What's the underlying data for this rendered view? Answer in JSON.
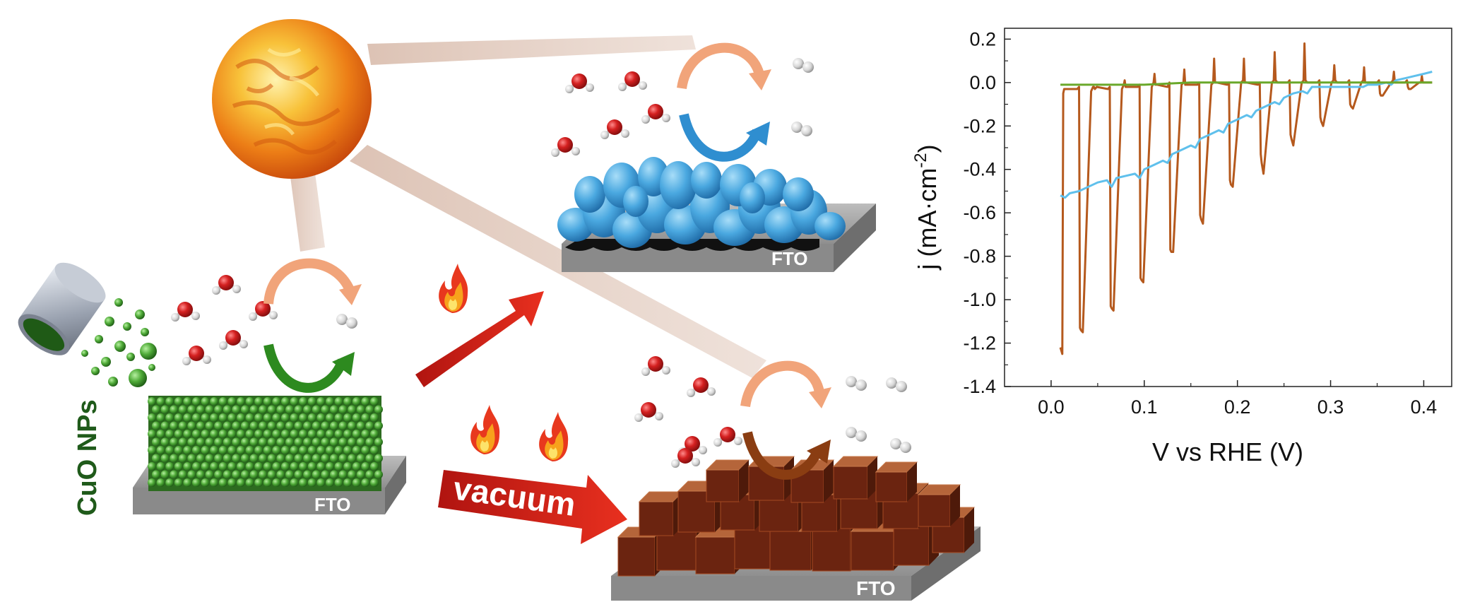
{
  "labels": {
    "cuo_nps": "CuO NPs",
    "fto_1": "FTO",
    "fto_2": "FTO",
    "fto_3": "FTO",
    "vacuum": "vacuum"
  },
  "colors": {
    "green_np": "#3f9a2e",
    "blue_film": "#4aa8e0",
    "brown_cubes": "#7a2e14",
    "substrate": "#9a9a9a",
    "arrow_red": "#d8201a",
    "sun": "#f29a1c",
    "oxygen": "#d42020",
    "hydrogen": "#e8e8e8",
    "curve_orange": "#b5591d",
    "curve_blue": "#5fc0ec",
    "curve_green": "#6aa82a"
  },
  "icons": [
    "sun-icon",
    "flame-icon",
    "water-molecule-icon",
    "hydrogen-molecule-icon",
    "powder-container-icon"
  ],
  "chart_data": {
    "type": "line",
    "xlabel": "V vs RHE (V)",
    "ylabel_main": "j (mA·cm",
    "ylabel_sup": "-2",
    "ylabel_end": ")",
    "xlim": [
      -0.05,
      0.43
    ],
    "ylim": [
      -1.4,
      0.25
    ],
    "xticks": [
      0.0,
      0.1,
      0.2,
      0.3,
      0.4
    ],
    "xtick_labels": [
      "0.0",
      "0.1",
      "0.2",
      "0.3",
      "0.4"
    ],
    "yticks": [
      0.2,
      0.0,
      -0.2,
      -0.4,
      -0.6,
      -0.8,
      -1.0,
      -1.2,
      -1.4
    ],
    "ytick_labels": [
      "0.2",
      "0.0",
      "-0.2",
      "-0.4",
      "-0.6",
      "-0.8",
      "-1.0",
      "-1.2",
      "-1.4"
    ],
    "series": [
      {
        "color": "#b5591d",
        "x": [
          0.01,
          0.012,
          0.013,
          0.014,
          0.016,
          0.028,
          0.03,
          0.031,
          0.032,
          0.034,
          0.043,
          0.045,
          0.046,
          0.047,
          0.049,
          0.061,
          0.063,
          0.064,
          0.065,
          0.067,
          0.076,
          0.078,
          0.079,
          0.08,
          0.082,
          0.093,
          0.095,
          0.096,
          0.097,
          0.099,
          0.108,
          0.11,
          0.111,
          0.112,
          0.114,
          0.125,
          0.127,
          0.128,
          0.129,
          0.131,
          0.14,
          0.142,
          0.143,
          0.144,
          0.146,
          0.157,
          0.159,
          0.16,
          0.161,
          0.163,
          0.172,
          0.174,
          0.175,
          0.176,
          0.178,
          0.189,
          0.191,
          0.192,
          0.193,
          0.195,
          0.204,
          0.206,
          0.207,
          0.208,
          0.21,
          0.222,
          0.224,
          0.225,
          0.226,
          0.228,
          0.237,
          0.239,
          0.24,
          0.241,
          0.243,
          0.254,
          0.256,
          0.257,
          0.258,
          0.26,
          0.269,
          0.271,
          0.272,
          0.273,
          0.275,
          0.286,
          0.288,
          0.289,
          0.29,
          0.292,
          0.301,
          0.303,
          0.304,
          0.305,
          0.307,
          0.318,
          0.32,
          0.321,
          0.322,
          0.324,
          0.333,
          0.335,
          0.336,
          0.337,
          0.339,
          0.35,
          0.352,
          0.353,
          0.354,
          0.356,
          0.365,
          0.367,
          0.368,
          0.369,
          0.371,
          0.38,
          0.382,
          0.383,
          0.384,
          0.386,
          0.395,
          0.397,
          0.398,
          0.399,
          0.401,
          0.409
        ],
        "y": [
          -1.22,
          -1.25,
          -0.05,
          -0.03,
          -0.03,
          -0.03,
          -0.02,
          -1.13,
          -1.14,
          -1.15,
          -0.04,
          -0.02,
          -0.02,
          -0.03,
          -0.02,
          -0.03,
          -0.02,
          -1.03,
          -1.04,
          -1.05,
          -0.03,
          -0.01,
          0.01,
          -0.02,
          -0.02,
          -0.02,
          -0.01,
          -0.9,
          -0.91,
          -0.92,
          -0.02,
          0.0,
          0.04,
          -0.01,
          -0.01,
          -0.02,
          0.0,
          -0.77,
          -0.78,
          -0.78,
          -0.01,
          0.0,
          0.06,
          -0.01,
          -0.01,
          -0.01,
          0.0,
          -0.61,
          -0.63,
          -0.65,
          -0.01,
          0.0,
          0.11,
          0.0,
          0.0,
          -0.01,
          0.0,
          -0.45,
          -0.47,
          -0.48,
          0.0,
          0.01,
          0.11,
          0.0,
          0.0,
          -0.01,
          0.0,
          -0.33,
          -0.37,
          -0.42,
          0.0,
          0.01,
          0.14,
          0.01,
          0.0,
          0.0,
          0.01,
          -0.24,
          -0.26,
          -0.29,
          0.0,
          0.01,
          0.18,
          0.01,
          0.0,
          0.0,
          0.01,
          -0.16,
          -0.18,
          -0.2,
          0.0,
          0.01,
          0.08,
          0.01,
          0.0,
          0.0,
          0.01,
          -0.1,
          -0.11,
          -0.12,
          0.0,
          0.01,
          0.07,
          0.0,
          0.0,
          0.0,
          0.01,
          -0.05,
          -0.06,
          -0.06,
          0.0,
          0.01,
          0.05,
          0.0,
          0.0,
          0.0,
          0.01,
          -0.02,
          -0.03,
          -0.03,
          0.0,
          0.0,
          0.03,
          0.0,
          0.0,
          0.0
        ]
      },
      {
        "color": "#5fc0ec",
        "x": [
          0.01,
          0.015,
          0.02,
          0.03,
          0.04,
          0.05,
          0.06,
          0.065,
          0.07,
          0.08,
          0.09,
          0.095,
          0.1,
          0.11,
          0.12,
          0.125,
          0.13,
          0.14,
          0.15,
          0.155,
          0.16,
          0.17,
          0.18,
          0.185,
          0.19,
          0.2,
          0.21,
          0.215,
          0.22,
          0.23,
          0.24,
          0.245,
          0.25,
          0.26,
          0.27,
          0.275,
          0.28,
          0.29,
          0.3,
          0.305,
          0.31,
          0.32,
          0.33,
          0.335,
          0.34,
          0.35,
          0.36,
          0.365,
          0.37,
          0.38,
          0.39,
          0.4,
          0.409
        ],
        "y": [
          -0.52,
          -0.53,
          -0.51,
          -0.5,
          -0.48,
          -0.46,
          -0.45,
          -0.48,
          -0.44,
          -0.43,
          -0.42,
          -0.44,
          -0.4,
          -0.38,
          -0.36,
          -0.37,
          -0.33,
          -0.31,
          -0.29,
          -0.3,
          -0.26,
          -0.24,
          -0.22,
          -0.23,
          -0.19,
          -0.17,
          -0.15,
          -0.16,
          -0.13,
          -0.11,
          -0.09,
          -0.1,
          -0.07,
          -0.05,
          -0.04,
          -0.05,
          -0.02,
          -0.02,
          -0.02,
          -0.02,
          -0.02,
          -0.02,
          -0.02,
          -0.02,
          -0.01,
          -0.01,
          0.0,
          -0.01,
          0.01,
          0.02,
          0.03,
          0.04,
          0.05
        ]
      },
      {
        "color": "#6aa82a",
        "x": [
          0.01,
          0.05,
          0.1,
          0.15,
          0.2,
          0.25,
          0.3,
          0.35,
          0.409
        ],
        "y": [
          -0.01,
          -0.01,
          -0.01,
          0.0,
          0.0,
          0.0,
          0.0,
          0.0,
          0.0
        ]
      }
    ]
  }
}
